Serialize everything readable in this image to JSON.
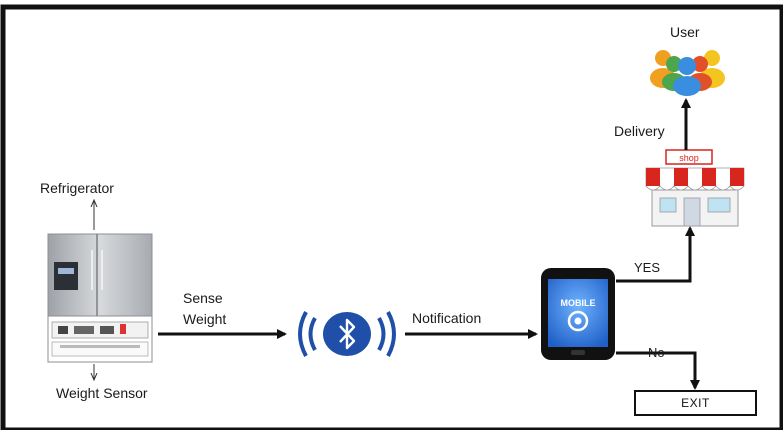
{
  "diagram": {
    "nodes": {
      "refrigerator": {
        "label": "Refrigerator"
      },
      "weight_sensor": {
        "label": "Weight Sensor"
      },
      "mobile": {
        "label": "MOBILE"
      },
      "shop": {
        "label": "shop"
      },
      "user": {
        "label": "User"
      },
      "exit": {
        "label": "EXIT"
      }
    },
    "edges": {
      "sense_weight_line1": "Sense",
      "sense_weight_line2": "Weight",
      "notification": "Notification",
      "yes": "YES",
      "no": "No",
      "delivery": "Delivery"
    }
  },
  "colors": {
    "border": "#111111",
    "arrow": "#111111",
    "bluetooth": "#1f4fa8",
    "mobile_screen": "#2a6fd6",
    "shop_awning_red": "#d8261e",
    "fridge": "#b9bcc0"
  },
  "icons": [
    "refrigerator-icon",
    "bluetooth-icon",
    "mobile-phone-icon",
    "shop-icon",
    "users-group-icon"
  ]
}
